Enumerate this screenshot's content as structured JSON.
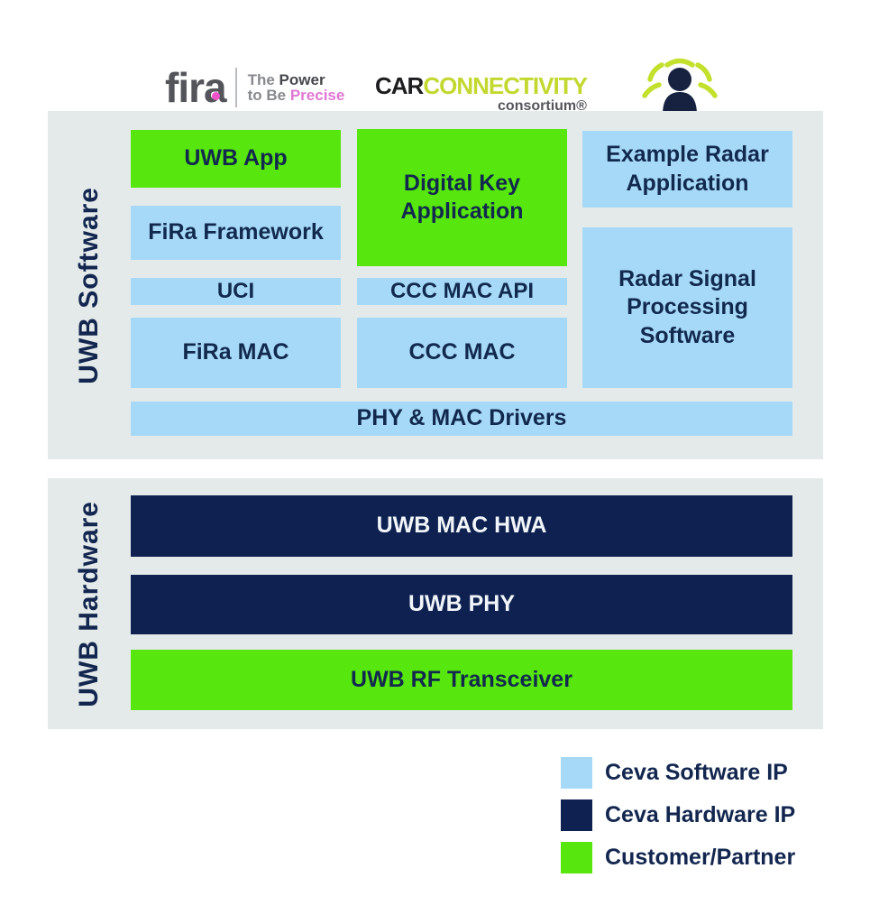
{
  "logos": {
    "fira": {
      "wordmark": "fira",
      "tagline": {
        "line1_normal": "The ",
        "line1_bold": "Power",
        "line2_normal": "to Be ",
        "line2_bold": "Precise"
      }
    },
    "ccc": {
      "line1_black": "CAR",
      "line1_green": "CONNECTIVITY",
      "line2": "consortium®"
    }
  },
  "software": {
    "label": "UWB Software",
    "blocks": {
      "uwb_app": "UWB App",
      "fira_framework": "FiRa Framework",
      "uci": "UCI",
      "fira_mac": "FiRa MAC",
      "digital_key": "Digital Key Application",
      "ccc_mac_api": "CCC MAC API",
      "ccc_mac": "CCC MAC",
      "example_radar": "Example Radar Application",
      "radar_signal": "Radar Signal Processing Software",
      "phy_mac_drivers": "PHY & MAC Drivers"
    }
  },
  "hardware": {
    "label": "UWB Hardware",
    "blocks": {
      "uwb_mac_hwa": "UWB MAC HWA",
      "uwb_phy": "UWB PHY",
      "uwb_rf_transceiver": "UWB RF Transceiver"
    }
  },
  "legend": {
    "items": [
      {
        "label": "Ceva Software IP",
        "color": "#a6d9f7"
      },
      {
        "label": "Ceva Hardware IP",
        "color": "#0e2150"
      },
      {
        "label": "Customer/Partner",
        "color": "#57e60d"
      }
    ]
  },
  "colors": {
    "ceva_software_ip": "#a6d9f7",
    "ceva_hardware_ip": "#0e2150",
    "customer_partner": "#57e60d",
    "section_background": "#e4eaea",
    "text_navy": "#12294e",
    "ccc_green": "#c3d82e",
    "fira_pink": "#e077d4",
    "icon_lime": "#c3e02c"
  }
}
